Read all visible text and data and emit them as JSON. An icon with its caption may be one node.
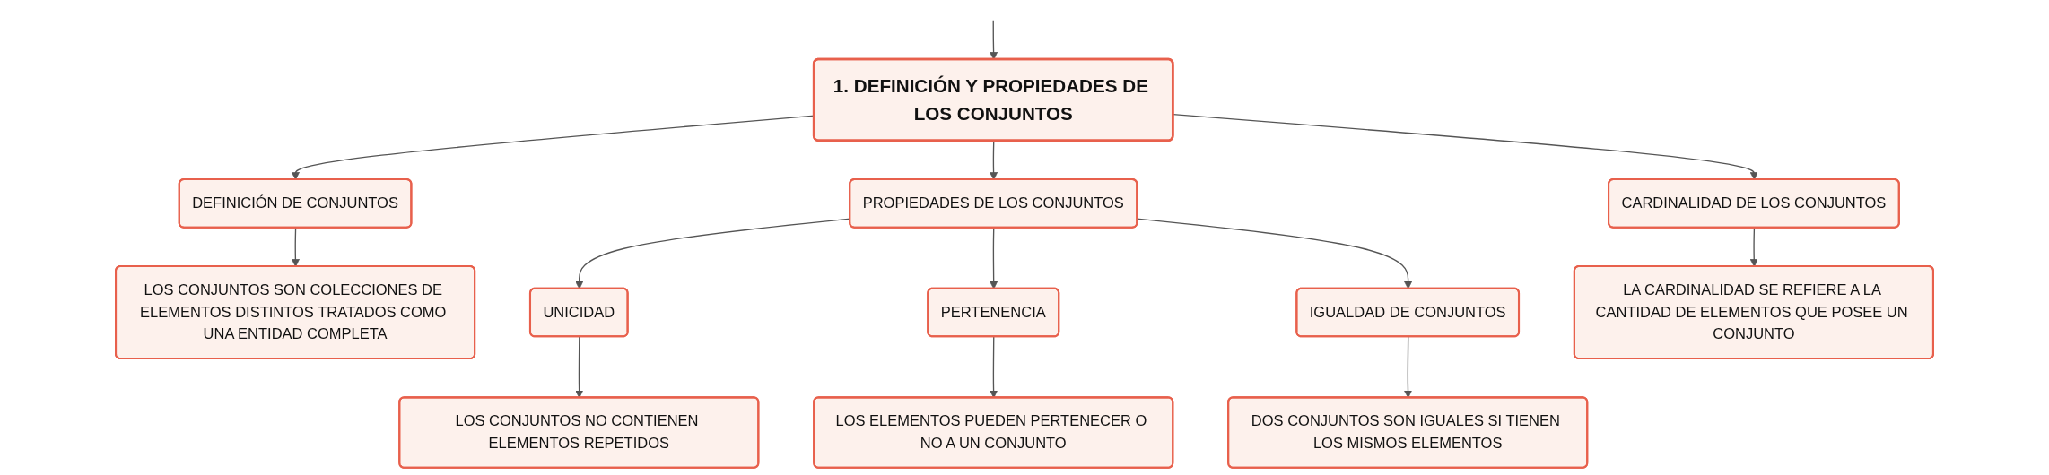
{
  "diagram": {
    "nodes": [
      {
        "text": [
          "1. DEFINICIÓN Y PROPIEDADES DE LOS CONJUNTOS"
        ]
      },
      {
        "text": [
          "DEFINICIÓN DE CONJUNTOS"
        ]
      },
      {
        "text": [
          "PROPIEDADES DE LOS CONJUNTOS"
        ]
      },
      {
        "text": [
          "CARDINALIDAD DE LOS CONJUNTOS"
        ]
      },
      {
        "text": [
          "LOS CONJUNTOS SON COLECCIONES DE ELEMENTOS DISTINTOS TRATADOS COMO UNA ENTIDAD COMPLETA"
        ]
      },
      {
        "text": [
          "UNICIDAD"
        ]
      },
      {
        "text": [
          "PERTENENCIA"
        ]
      },
      {
        "text": [
          "IGUALDAD DE CONJUNTOS"
        ]
      },
      {
        "text": [
          "LA CARDINALIDAD SE REFIERE A LA CANTIDAD DE ELEMENTOS QUE POSEE UN CONJUNTO"
        ]
      },
      {
        "text": [
          "LOS CONJUNTOS NO CONTIENEN ELEMENTOS REPETIDOS"
        ]
      },
      {
        "text": [
          "LOS ELEMENTOS PUEDEN PERTENECER O NO A UN CONJUNTO"
        ]
      },
      {
        "text": [
          "DOS CONJUNTOS SON IGUALES SI TIENEN LOS MISMOS ELEMENTOS"
        ]
      }
    ],
    "edges": [
      {
        "from": null,
        "to": 0,
        "arrow": "to"
      },
      {
        "from": 0,
        "to": 1,
        "arrow": "to"
      },
      {
        "from": 0,
        "to": 2,
        "arrow": "to"
      },
      {
        "from": 0,
        "to": 3,
        "arrow": "to"
      },
      {
        "from": 1,
        "to": 4,
        "arrow": "to"
      },
      {
        "from": 2,
        "to": 5,
        "arrow": "to"
      },
      {
        "from": 2,
        "to": 6,
        "arrow": "to"
      },
      {
        "from": 2,
        "to": 7,
        "arrow": "to"
      },
      {
        "from": 3,
        "to": 8,
        "arrow": "to"
      },
      {
        "from": 5,
        "to": 9,
        "arrow": "to"
      },
      {
        "from": 6,
        "to": 10,
        "arrow": "to"
      },
      {
        "from": 7,
        "to": 11,
        "arrow": "to"
      }
    ]
  }
}
